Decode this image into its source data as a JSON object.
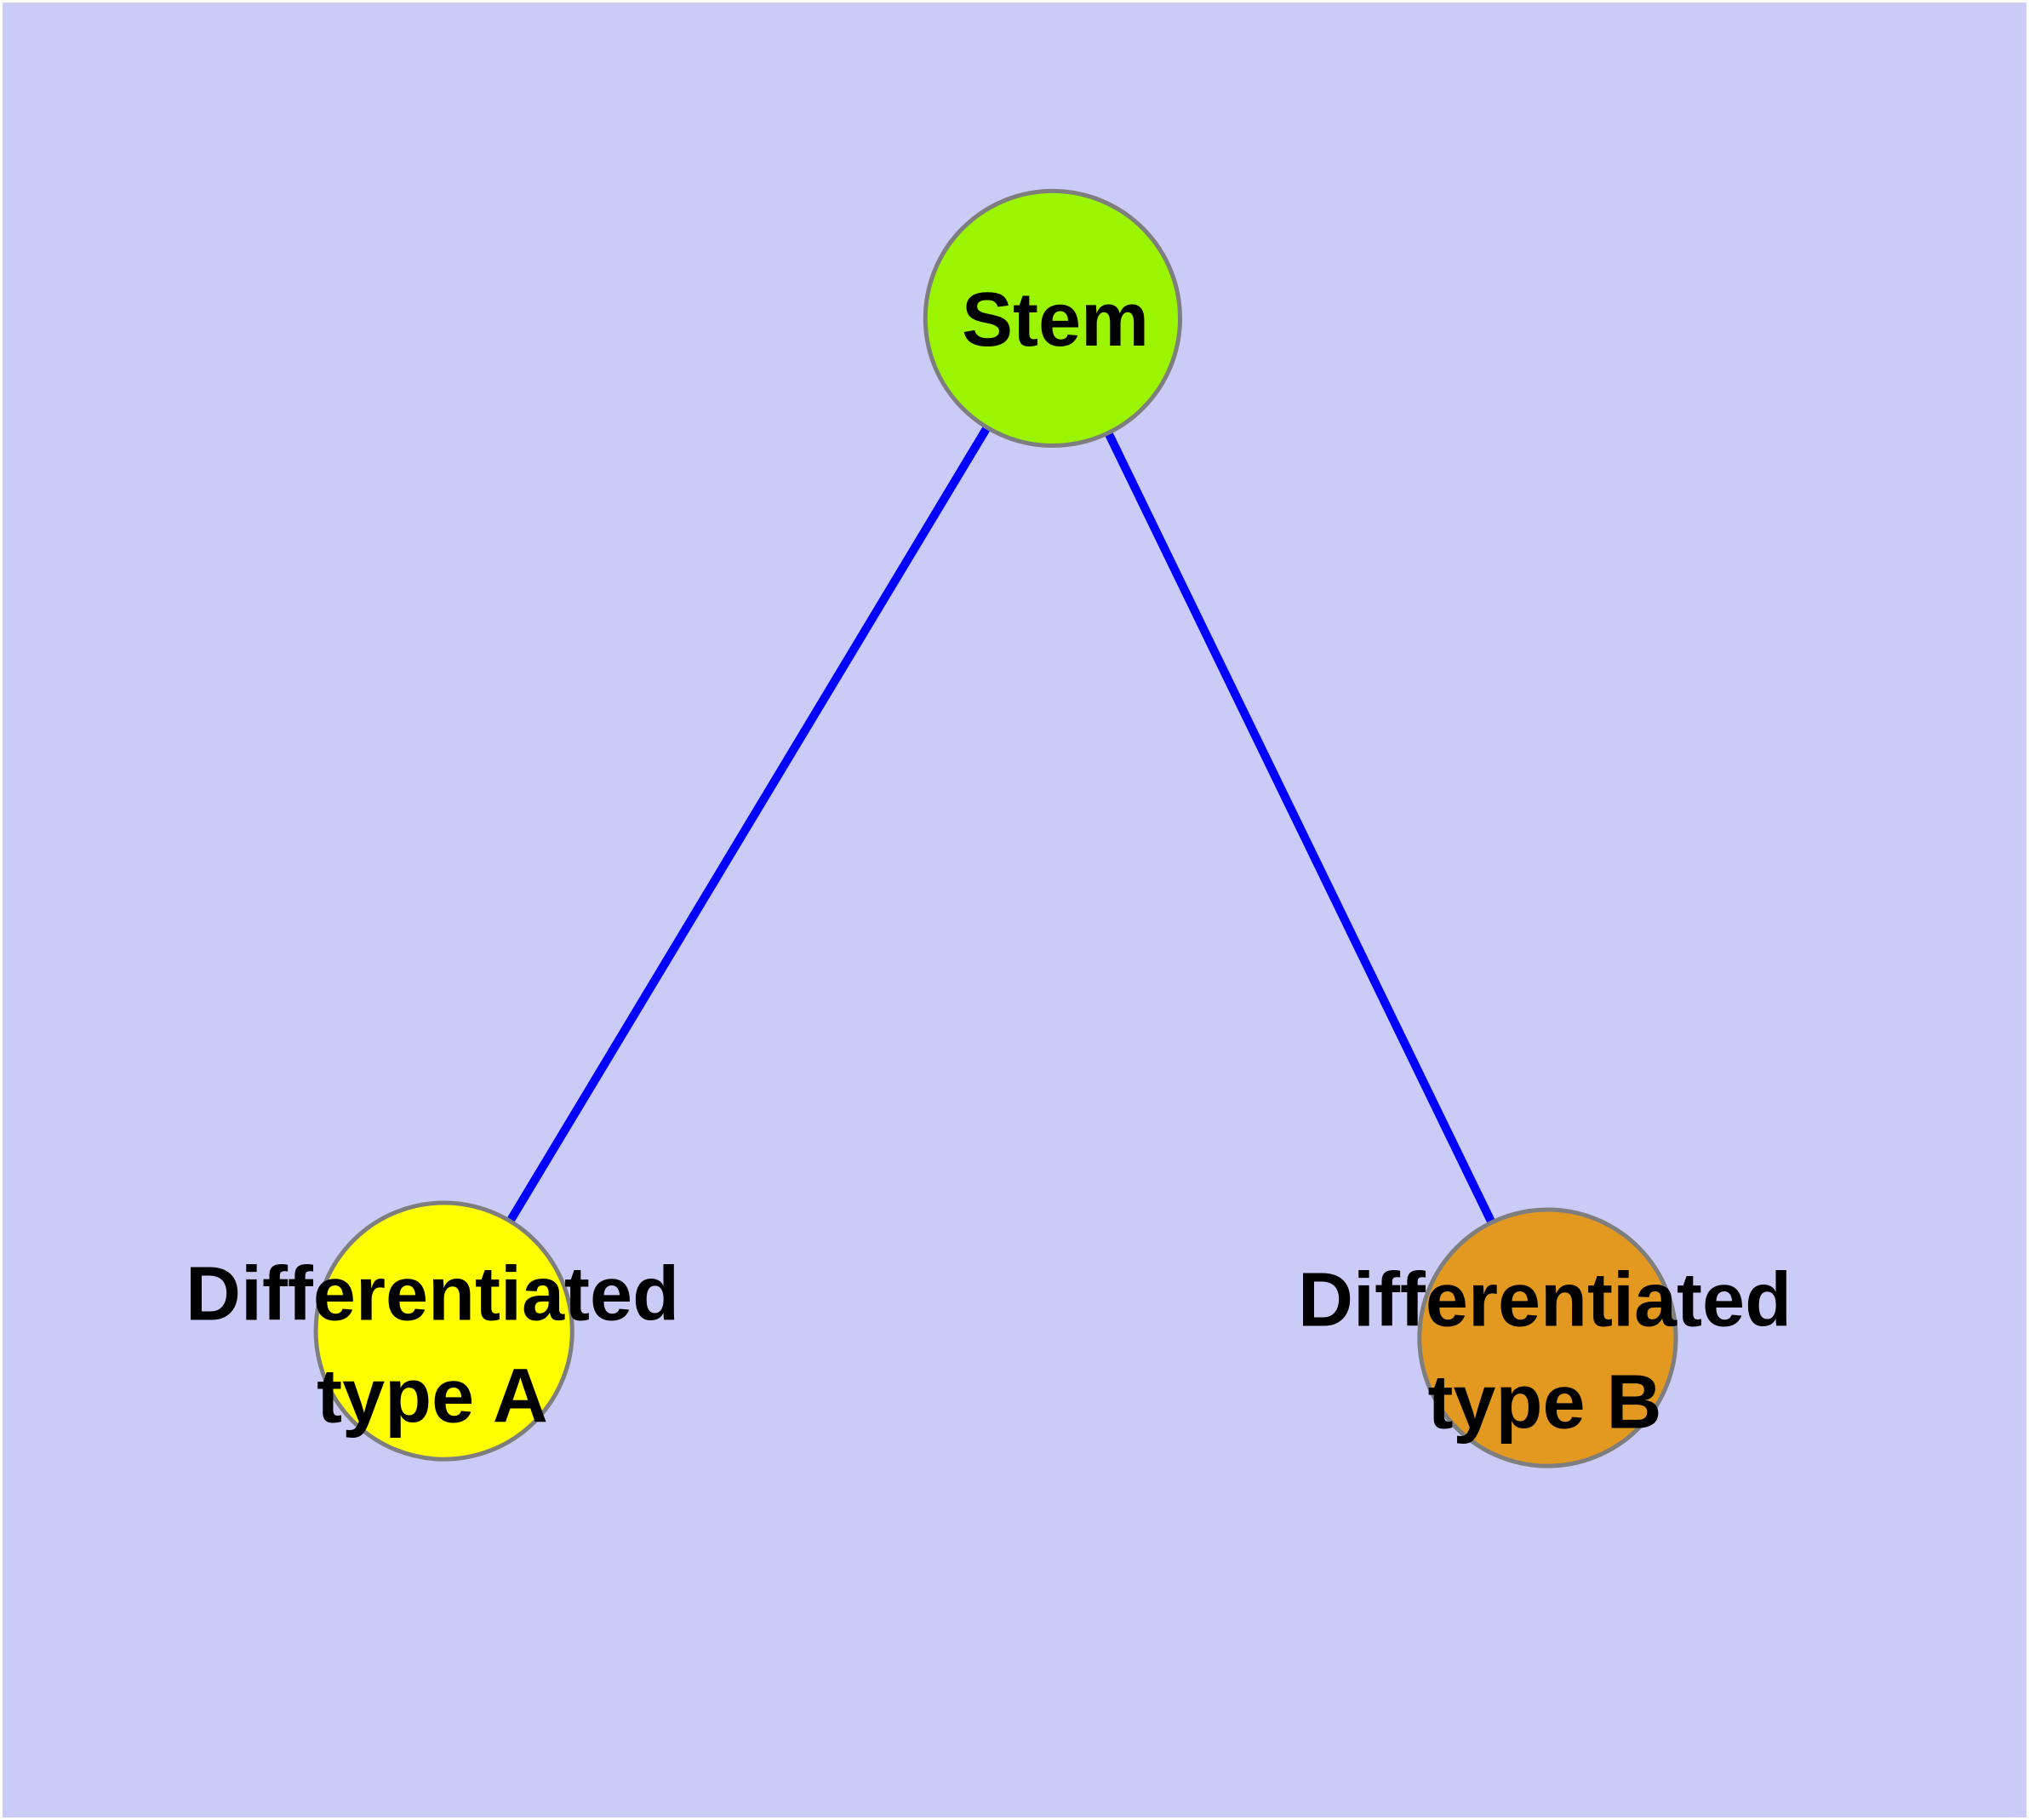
{
  "canvas": {
    "background": "#cbcbf7",
    "node_border_color": "#7e7e7e"
  },
  "diagram": {
    "type": "graph",
    "nodes": {
      "stem": {
        "label": "Stem",
        "fill": "#9bf500"
      },
      "type_a": {
        "label": "Differentiated\ntype A",
        "fill": "#ffff00"
      },
      "type_b": {
        "label": "Differentiated\ntype B",
        "fill": "#e3991f"
      }
    },
    "edges": {
      "color": "#0000ff",
      "items": [
        {
          "from": "Stem",
          "to": "Differentiated type A"
        },
        {
          "from": "Stem",
          "to": "Differentiated type B"
        }
      ]
    }
  }
}
